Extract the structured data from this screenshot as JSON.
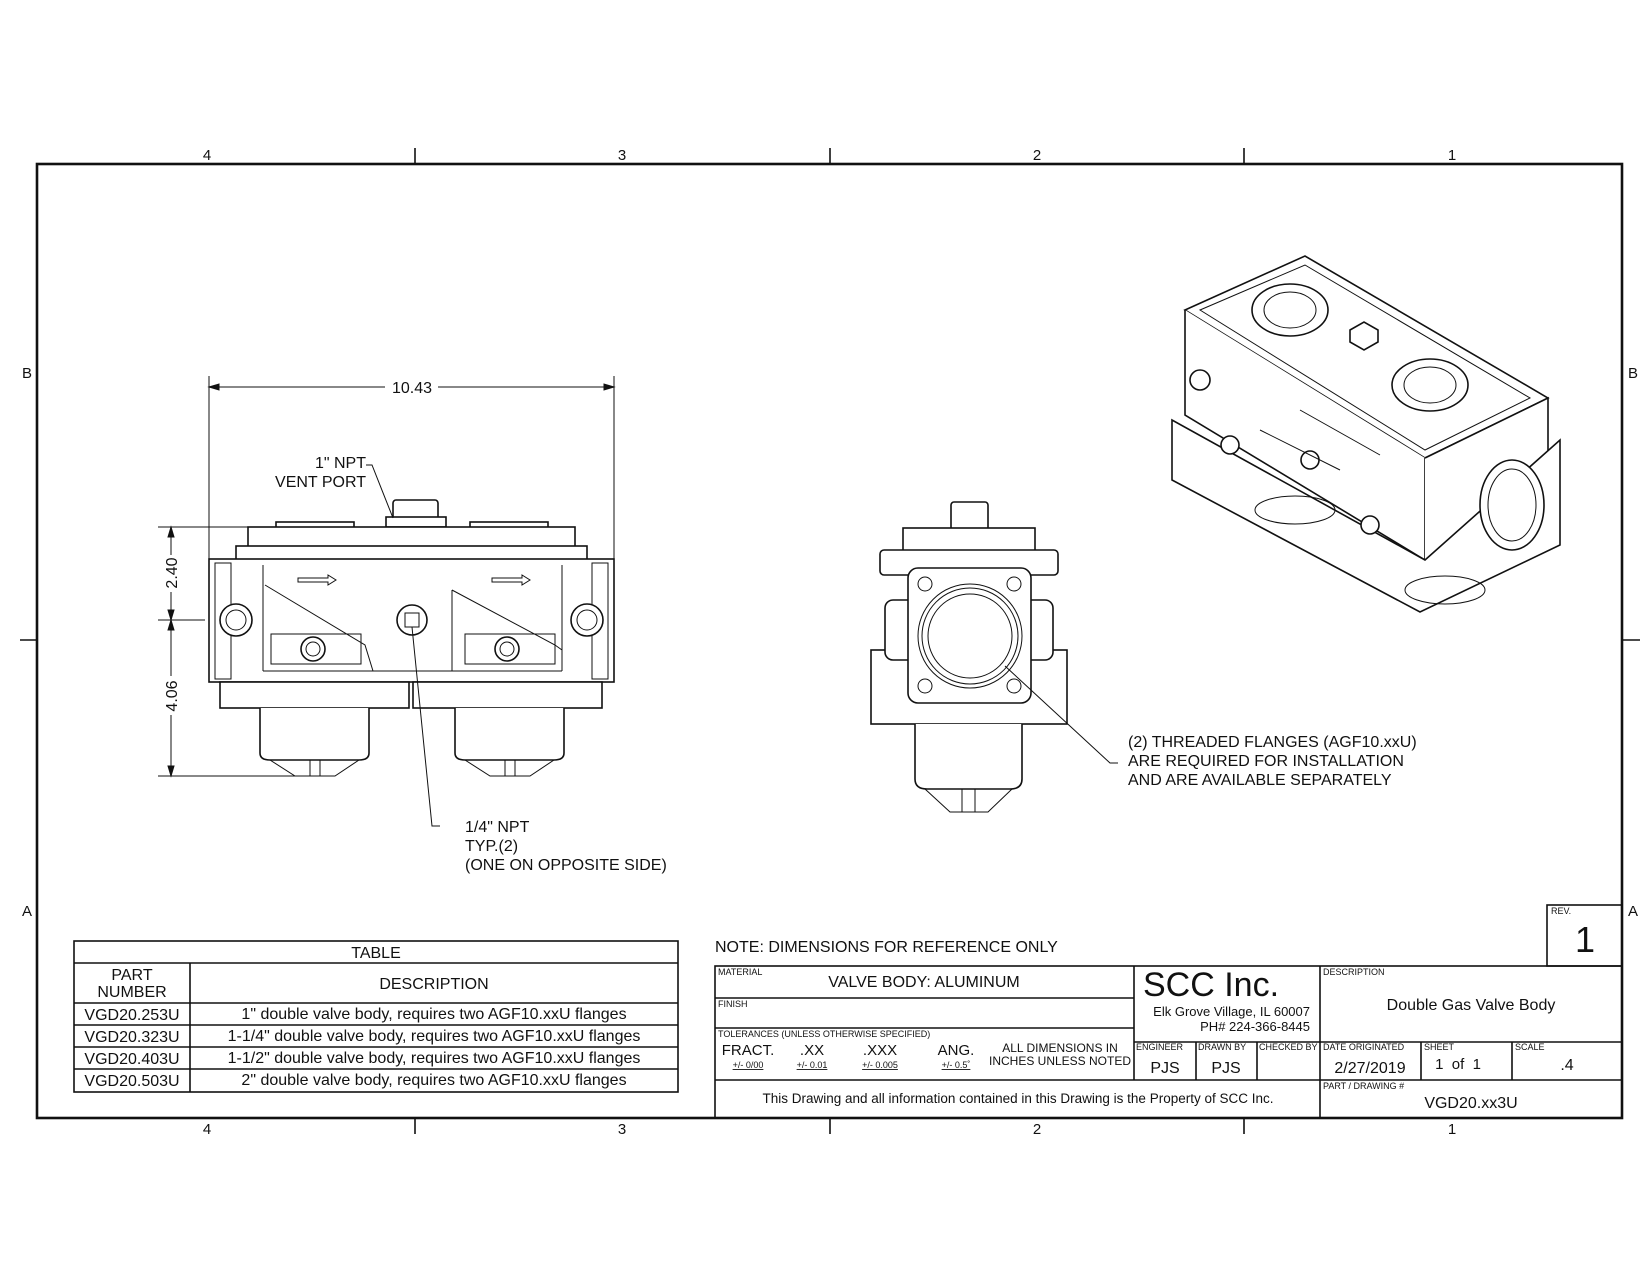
{
  "zones": {
    "cols": [
      "4",
      "3",
      "2",
      "1"
    ],
    "rows": [
      "B",
      "A"
    ]
  },
  "front_view": {
    "overall_width": "10.43",
    "upper_height": "2.40",
    "lower_height": "4.06",
    "vent_note": [
      "1\" NPT",
      "VENT PORT"
    ],
    "port_note": [
      "1/4\" NPT",
      "TYP.(2)",
      "(ONE ON OPPOSITE SIDE)"
    ]
  },
  "side_view": {
    "flange_note": [
      "(2) THREADED FLANGES (AGF10.xxU)",
      "ARE REQUIRED FOR INSTALLATION",
      "AND ARE AVAILABLE SEPARATELY"
    ]
  },
  "parts_table": {
    "title": "TABLE",
    "headers": [
      "PART NUMBER",
      "DESCRIPTION"
    ],
    "header_lines": [
      "PART",
      "NUMBER"
    ],
    "rows": [
      [
        "VGD20.253U",
        "1\" double valve body, requires two AGF10.xxU flanges"
      ],
      [
        "VGD20.323U",
        "1-1/4\" double valve body, requires two AGF10.xxU flanges"
      ],
      [
        "VGD20.403U",
        "1-1/2\" double valve body, requires two AGF10.xxU flanges"
      ],
      [
        "VGD20.503U",
        "2\" double valve body, requires two AGF10.xxU flanges"
      ]
    ]
  },
  "note": "NOTE: DIMENSIONS FOR REFERENCE ONLY",
  "title_block": {
    "rev_label": "REV.",
    "rev": "1",
    "material_label": "MATERIAL",
    "material": "VALVE BODY: ALUMINUM",
    "finish_label": "FINISH",
    "tolerances_label": "TOLERANCES (UNLESS OTHERWISE SPECIFIED)",
    "tolerances": [
      {
        "name": "FRACT.",
        "value": "+/- 0/00"
      },
      {
        "name": ".XX",
        "value": "+/- 0.01"
      },
      {
        "name": ".XXX",
        "value": "+/- 0.005"
      },
      {
        "name": "ANG.",
        "value": "+/- 0.5˚"
      }
    ],
    "units_note": [
      "ALL DIMENSIONS IN",
      "INCHES UNLESS NOTED"
    ],
    "company": "SCC Inc.",
    "address": "Elk Grove Village, IL 60007",
    "phone": "PH# 224-366-8445",
    "engineer_label": "ENGINEER",
    "engineer": "PJS",
    "drawn_by_label": "DRAWN BY",
    "drawn_by": "PJS",
    "checked_by_label": "CHECKED BY",
    "description_label": "DESCRIPTION",
    "description": "Double Gas Valve Body",
    "date_label": "DATE ORIGINATED",
    "date": "2/27/2019",
    "sheet_label": "SHEET",
    "sheet": "1  of  1",
    "scale_label": "SCALE",
    "scale": ".4",
    "property_note": "This Drawing and all information contained in this Drawing is the Property of SCC Inc.",
    "part_label": "PART / DRAWING #",
    "part_number": "VGD20.xx3U"
  }
}
